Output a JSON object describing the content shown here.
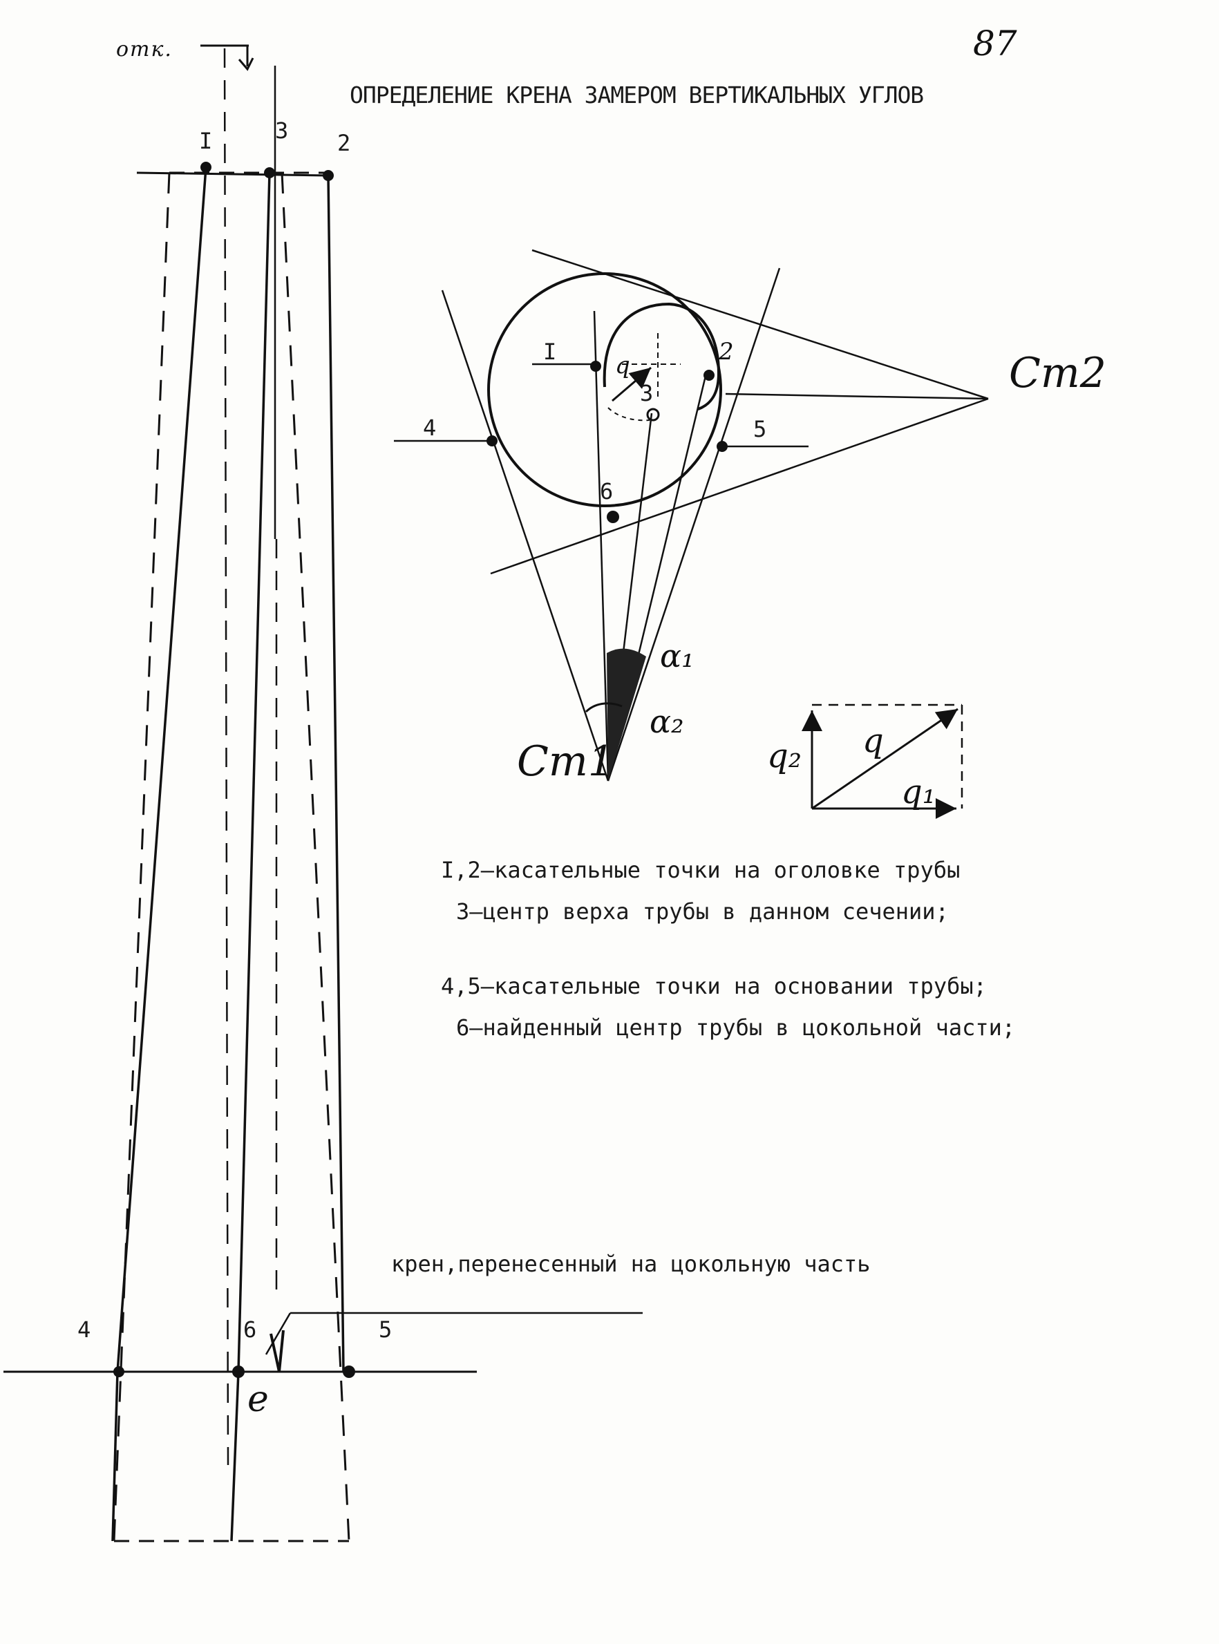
{
  "document": {
    "page_number": "87",
    "title": "ОПРЕДЕЛЕНИЕ КРЕНА ЗАМЕРОМ ВЕРТИКАЛЬНЫХ УГЛОВ",
    "marker_otk": "отк.",
    "legend": [
      "I,2–касательные точки на оголовке трубы",
      "3–центр верха трубы в данном сечении;",
      "4,5–касательные точки на основании трубы;",
      "6–найденный центр трубы в цокольной части;"
    ],
    "kren_label": "крен,перенесенный на цокольную часть"
  },
  "elevation": {
    "top_points": [
      "I",
      "3",
      "2"
    ],
    "base_points": [
      "4",
      "6",
      "5"
    ],
    "lean_symbol": "e"
  },
  "plan": {
    "points": [
      "I",
      "2",
      "3",
      "4",
      "5",
      "6"
    ],
    "station_1": "Ст1",
    "station_2": "Ст2",
    "vector_q": "q",
    "angle_1": "α₁",
    "angle_2": "α₂"
  },
  "vector_diagram": {
    "q": "q",
    "q1": "q₁",
    "q2": "q₂"
  },
  "colors": {
    "ink": "#111111",
    "paper": "#fdfdfb"
  }
}
